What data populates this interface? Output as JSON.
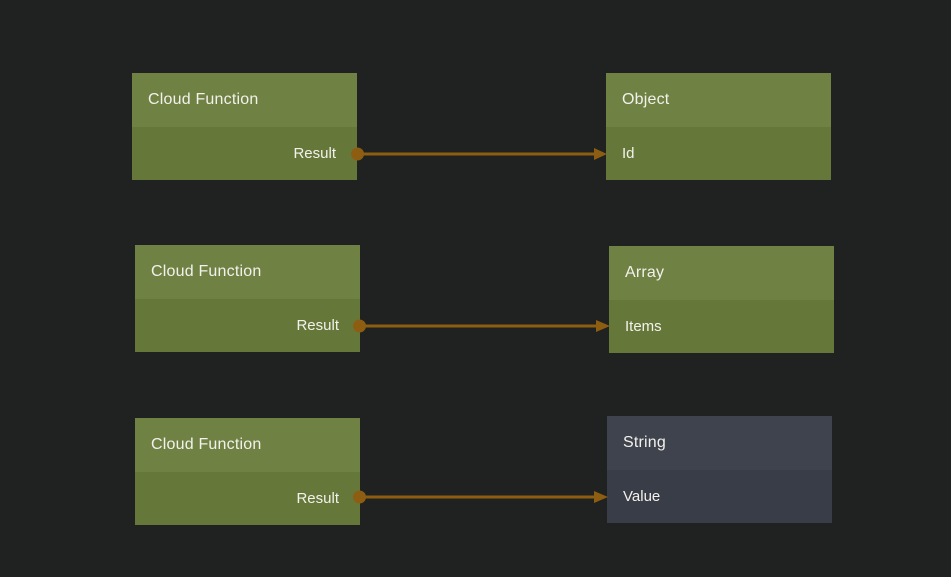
{
  "app": {
    "view": "node-graph-canvas"
  },
  "colors": {
    "background": "#202121",
    "green_header": "#6f8143",
    "green_body": "#667839",
    "dark_header": "#3f434e",
    "dark_body": "#393d47",
    "wire": "#8d5e11",
    "text": "#f2f1ec"
  },
  "nodes": [
    {
      "title": "Cloud Function",
      "variant": "green",
      "outputs": [
        "Result"
      ],
      "inputs": []
    },
    {
      "title": "Object",
      "variant": "green",
      "outputs": [],
      "inputs": [
        "Id"
      ]
    },
    {
      "title": "Cloud Function",
      "variant": "green",
      "outputs": [
        "Result"
      ],
      "inputs": []
    },
    {
      "title": "Array",
      "variant": "green",
      "outputs": [],
      "inputs": [
        "Items"
      ]
    },
    {
      "title": "Cloud Function",
      "variant": "green",
      "outputs": [
        "Result"
      ],
      "inputs": []
    },
    {
      "title": "String",
      "variant": "dark",
      "outputs": [],
      "inputs": [
        "Value"
      ]
    }
  ],
  "connections": [
    {
      "from_node": "Cloud Function",
      "from_port": "Result",
      "to_node": "Object",
      "to_port": "Id"
    },
    {
      "from_node": "Cloud Function",
      "from_port": "Result",
      "to_node": "Array",
      "to_port": "Items"
    },
    {
      "from_node": "Cloud Function",
      "from_port": "Result",
      "to_node": "String",
      "to_port": "Value"
    }
  ]
}
